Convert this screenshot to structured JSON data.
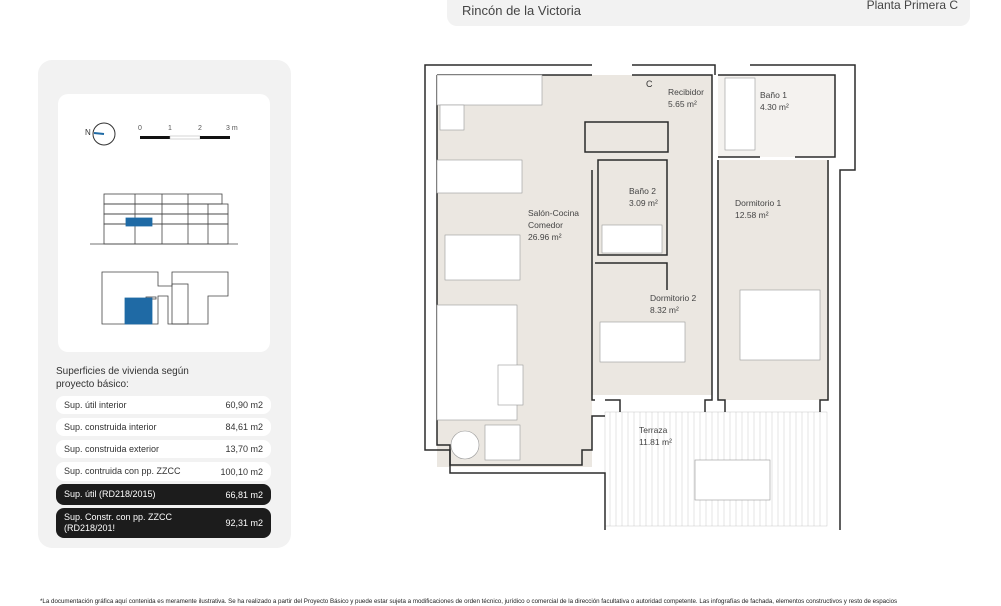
{
  "header": {
    "location": "Rincón de la Victoria",
    "unit": "Planta Primera C"
  },
  "legend": {
    "north_label": "N",
    "scale_ticks": [
      "0",
      "1",
      "2",
      "3 m"
    ],
    "highlight_color": "#1f6aa5"
  },
  "surfaces": {
    "title": "Superficies de vivienda según proyecto básico:",
    "rows": [
      {
        "label": "Sup. útil interior",
        "value": "60,90 m2"
      },
      {
        "label": "Sup. construida interior",
        "value": "84,61 m2"
      },
      {
        "label": "Sup. construida exterior",
        "value": "13,70 m2"
      },
      {
        "label": "Sup. contruida con pp. ZZCC",
        "value": "100,10 m2"
      }
    ],
    "highlight_rows": [
      {
        "label": "Sup. útil (RD218/2015)",
        "value": "66,81 m2"
      },
      {
        "label": "Sup. Constr. con pp. ZZCC (RD218/201!",
        "value": "92,31 m2"
      }
    ]
  },
  "plan": {
    "entry_label": "C",
    "rooms": [
      {
        "name": "Recibidor",
        "area": "5.65 m²"
      },
      {
        "name": "Baño 1",
        "area": "4.30 m²"
      },
      {
        "name": "Baño 2",
        "area": "3.09 m²"
      },
      {
        "name": "Salón-Cocina",
        "name2": "Comedor",
        "area": "26.96 m²"
      },
      {
        "name": "Dormitorio 1",
        "area": "12.58 m²"
      },
      {
        "name": "Dormitorio 2",
        "area": "8.32 m²"
      },
      {
        "name": "Terraza",
        "area": "11.81 m²"
      }
    ],
    "floor_color": "#ebe7e1",
    "wall_color": "#2b2b2b"
  },
  "footer": {
    "disclaimer": "*La documentación gráfica aquí contenida es meramente ilustrativa. Se ha realizado a partir del Proyecto Básico y puede estar sujeta a modificaciones de orden técnico, jurídico o comercial de la dirección facultativa o autoridad competente. Las infografías de fachada, elementos constructivos y resto de espacios"
  }
}
